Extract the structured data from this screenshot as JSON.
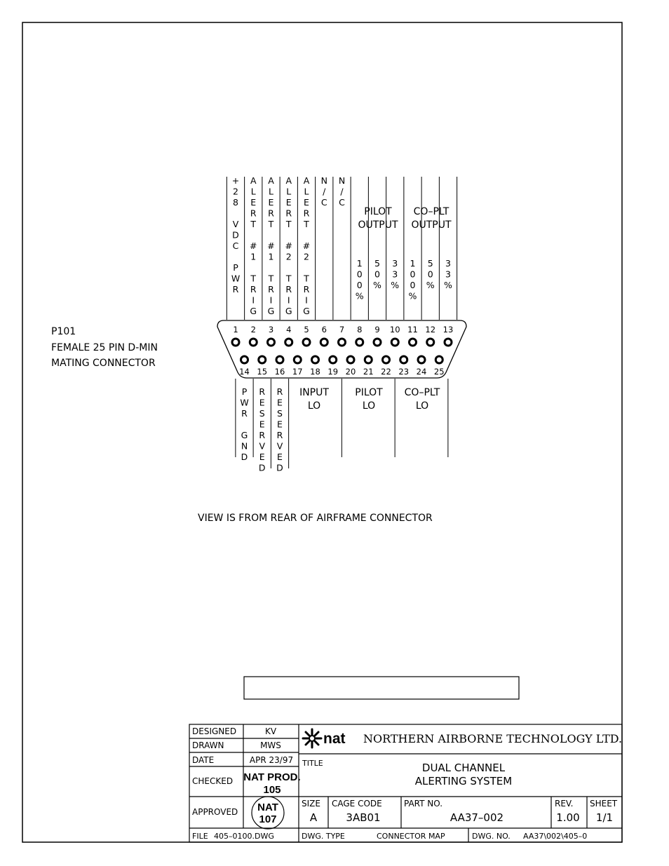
{
  "connector": {
    "designator": "P101",
    "description_line1": "FEMALE 25 PIN D-MIN",
    "description_line2": "MATING CONNECTOR",
    "top_pins": [
      "1",
      "2",
      "3",
      "4",
      "5",
      "6",
      "7",
      "8",
      "9",
      "10",
      "11",
      "12",
      "13"
    ],
    "bottom_pins": [
      "14",
      "15",
      "16",
      "17",
      "18",
      "19",
      "20",
      "21",
      "22",
      "23",
      "24",
      "25"
    ]
  },
  "top_signals": [
    {
      "pin": "1",
      "chars": [
        "+",
        "2",
        "8",
        "",
        "V",
        "D",
        "C",
        "",
        "P",
        "W",
        "R"
      ]
    },
    {
      "pin": "2",
      "chars": [
        "A",
        "L",
        "E",
        "R",
        "T",
        "",
        "#",
        "1",
        "",
        "T",
        "R",
        "I",
        "G"
      ]
    },
    {
      "pin": "3",
      "chars": [
        "A",
        "L",
        "E",
        "R",
        "T",
        "",
        "#",
        "1",
        "",
        "T",
        "R",
        "I",
        "G"
      ]
    },
    {
      "pin": "4",
      "chars": [
        "A",
        "L",
        "E",
        "R",
        "T",
        "",
        "#",
        "2",
        "",
        "T",
        "R",
        "I",
        "G"
      ]
    },
    {
      "pin": "5",
      "chars": [
        "A",
        "L",
        "E",
        "R",
        "T",
        "",
        "#",
        "2",
        "",
        "T",
        "R",
        "I",
        "G"
      ]
    },
    {
      "pin": "6",
      "chars": [
        "N",
        "/",
        "C"
      ]
    },
    {
      "pin": "7",
      "chars": [
        "N",
        "/",
        "C"
      ]
    }
  ],
  "output_groups": [
    {
      "name": "pilot",
      "line1": "PILOT",
      "line2": "OUTPUT",
      "levels": [
        [
          "1",
          "0",
          "0",
          "%"
        ],
        [
          "5",
          "0",
          "%"
        ],
        [
          "3",
          "3",
          "%"
        ]
      ]
    },
    {
      "name": "co-pilot",
      "line1": "CO–PLT",
      "line2": "OUTPUT",
      "levels": [
        [
          "1",
          "0",
          "0",
          "%"
        ],
        [
          "5",
          "0",
          "%"
        ],
        [
          "3",
          "3",
          "%"
        ]
      ]
    }
  ],
  "bottom_signals": [
    {
      "pin": "14",
      "chars": [
        "P",
        "W",
        "R",
        "",
        "G",
        "N",
        "D"
      ]
    },
    {
      "pin": "15",
      "chars": [
        "R",
        "E",
        "S",
        "E",
        "R",
        "V",
        "E",
        "D"
      ]
    },
    {
      "pin": "16",
      "chars": [
        "R",
        "E",
        "S",
        "E",
        "R",
        "V",
        "E",
        "D"
      ]
    }
  ],
  "bottom_groups": [
    {
      "name": "input",
      "line1": "INPUT",
      "line2": "LO"
    },
    {
      "name": "pilot",
      "line1": "PILOT",
      "line2": "LO"
    },
    {
      "name": "co-pilot",
      "line1": "CO–PLT",
      "line2": "LO"
    }
  ],
  "view_note": "VIEW IS FROM REAR OF AIRFRAME CONNECTOR",
  "title_block": {
    "designed_label": "DESIGNED",
    "designed_value": "KV",
    "drawn_label": "DRAWN",
    "drawn_value": "MWS",
    "date_label": "DATE",
    "date_value": "APR 23/97",
    "checked_label": "CHECKED",
    "checked_value_line1": "NAT PROD.",
    "checked_value_line2": "105",
    "approved_label": "APPROVED",
    "approved_stamp_line1": "NAT",
    "approved_stamp_line2": "107",
    "logo_text": "nat",
    "company": "NORTHERN AIRBORNE TECHNOLOGY LTD.",
    "title_label": "TITLE",
    "title_line1": "DUAL CHANNEL",
    "title_line2": "ALERTING SYSTEM",
    "size_label": "SIZE",
    "size_value": "A",
    "cage_label": "CAGE CODE",
    "cage_value": "3AB01",
    "part_label": "PART NO.",
    "part_value": "AA37–002",
    "rev_label": "REV.",
    "rev_value": "1.00",
    "sheet_label": "SHEET",
    "sheet_value": "1/1",
    "file_label": "FILE",
    "file_value": "405–0100.DWG",
    "dwg_type_label": "DWG. TYPE",
    "dwg_type_value": "CONNECTOR MAP",
    "dwg_no_label": "DWG. NO.",
    "dwg_no_value": "AA37\\002\\405–0"
  }
}
